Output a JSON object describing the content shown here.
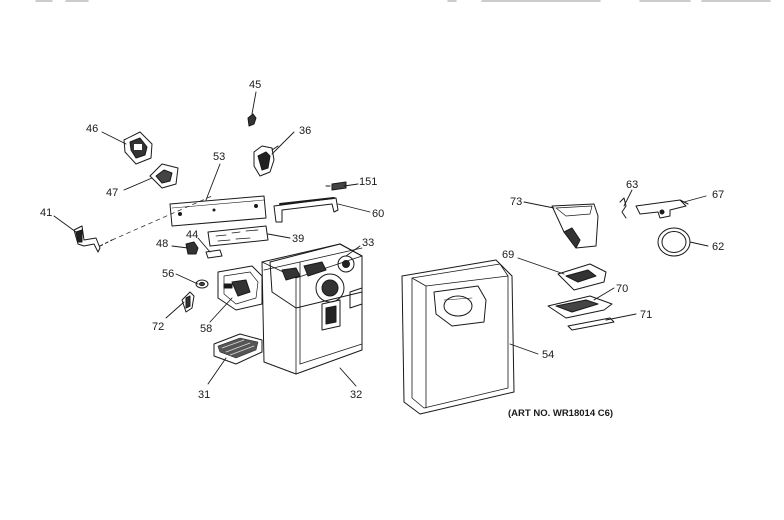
{
  "diagram": {
    "art_number": "(ART NO. WR18014 C6)",
    "part_labels": {
      "p31": "31",
      "p32": "32",
      "p33": "33",
      "p36": "36",
      "p39": "39",
      "p41": "41",
      "p44": "44",
      "p45": "45",
      "p46": "46",
      "p47": "47",
      "p48": "48",
      "p53": "53",
      "p54": "54",
      "p56": "56",
      "p58": "58",
      "p60": "60",
      "p62": "62",
      "p63": "63",
      "p67": "67",
      "p69": "69",
      "p70": "70",
      "p71": "71",
      "p72": "72",
      "p73": "73",
      "p151": "151"
    }
  },
  "colors": {
    "ink": "#1a1a1a",
    "paper": "#ffffff"
  }
}
